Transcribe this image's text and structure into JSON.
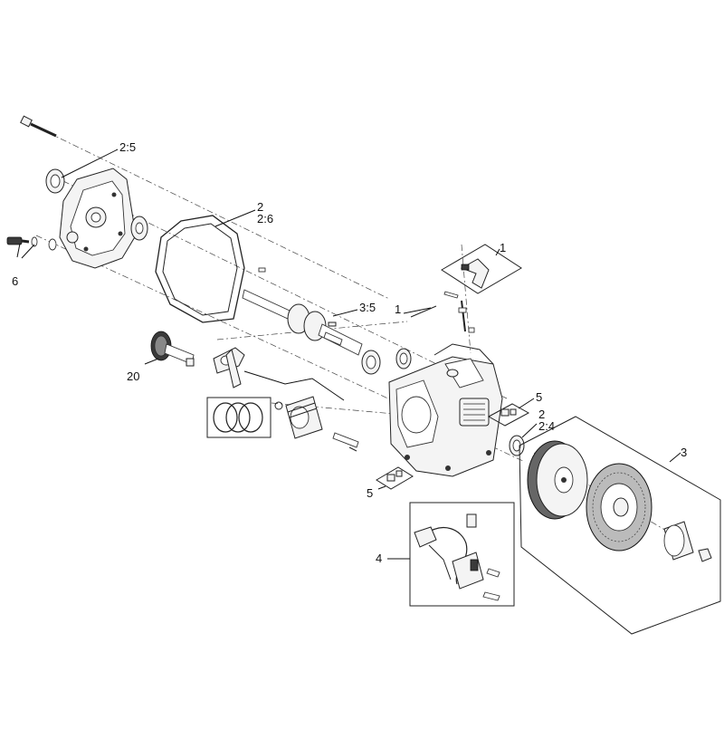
{
  "callouts": {
    "c1_top": "1",
    "c1_mid": "1",
    "c2_5": "2:5",
    "c2_top_a": "2",
    "c2_top_b": "2:6",
    "c3": "3",
    "c3_5": "3:5",
    "c4": "4",
    "c5_right": "5",
    "c5_left": "5",
    "c2_right_a": "2",
    "c2_right_b": "2:4",
    "c6": "6",
    "c20": "20"
  }
}
